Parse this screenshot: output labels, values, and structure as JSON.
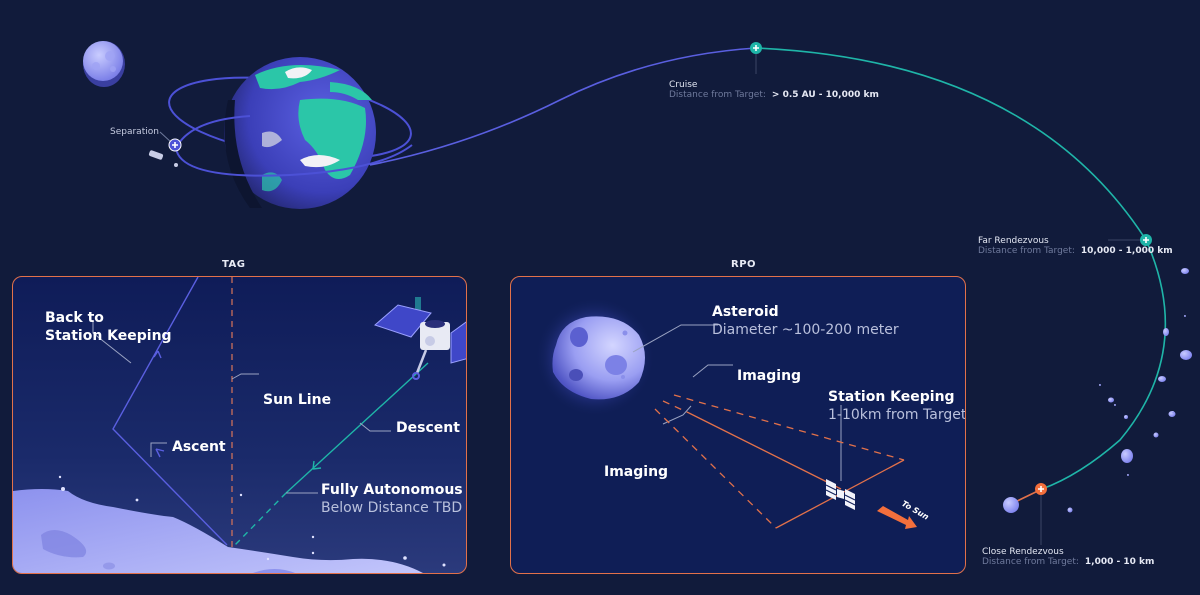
{
  "colors": {
    "background": "#111b3b",
    "panel_bg": "#0f1e56",
    "panel_border": "#e2714a",
    "orbit_purple": "#5a5fe0",
    "orbit_teal": "#1fb5a8",
    "accent_orange": "#f36f3c",
    "earth_land": "#2bc6a8",
    "earth_ocean": "#4a4fc8",
    "asteroid": "#a9acf5"
  },
  "trajectory": {
    "separation": {
      "label": "Separation",
      "marker_icon": "plus-icon"
    },
    "cruise": {
      "label": "Cruise",
      "distance_label": "Distance from Target:",
      "distance_value": "> 0.5 AU - 10,000 km",
      "marker_icon": "plus-icon"
    },
    "far_rendezvous": {
      "label": "Far Rendezvous",
      "distance_label": "Distance from Target:",
      "distance_value": "10,000 - 1,000 km",
      "marker_icon": "plus-icon"
    },
    "close_rendezvous": {
      "label": "Close Rendezvous",
      "distance_label": "Distance from Target:",
      "distance_value": "1,000 - 10 km",
      "marker_icon": "plus-icon"
    }
  },
  "tag_panel": {
    "title": "TAG",
    "back_to_station_keeping_line1": "Back to",
    "back_to_station_keeping_line2": "Station Keeping",
    "sun_line": "Sun Line",
    "ascent": "Ascent",
    "descent": "Descent",
    "fully_autonomous": "Fully Autonomous",
    "below_distance": "Below Distance TBD"
  },
  "rpo_panel": {
    "title": "RPO",
    "asteroid_title": "Asteroid",
    "asteroid_diameter": "Diameter ~100-200 meter",
    "imaging_upper": "Imaging",
    "imaging_lower": "Imaging",
    "station_keeping_title": "Station Keeping",
    "station_keeping_range": "1-10km from Target",
    "to_sun": "To Sun"
  }
}
